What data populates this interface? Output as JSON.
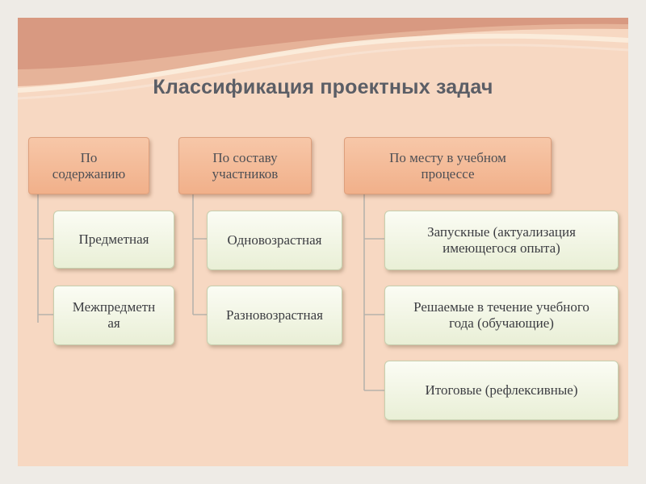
{
  "title": "Классификация проектных задач",
  "colors": {
    "background": "#f7d8c2",
    "header_fill": "#f4bc98",
    "item_fill": "#f3f6e6",
    "connector": "#b7b2ab",
    "text": "#4e4f54"
  },
  "columns": [
    {
      "header": "По содержанию",
      "items": [
        "Предметная",
        "Межпредметная"
      ]
    },
    {
      "header": "По составу участников",
      "items": [
        "Одновозрастная",
        "Разновозрастная"
      ]
    },
    {
      "header": "По месту в учебном процессе",
      "items": [
        "Запускные (актуализация имеющегося опыта)",
        "Решаемые в течение учебного года (обучающие)",
        "Итоговые (рефлексивные)"
      ]
    }
  ]
}
